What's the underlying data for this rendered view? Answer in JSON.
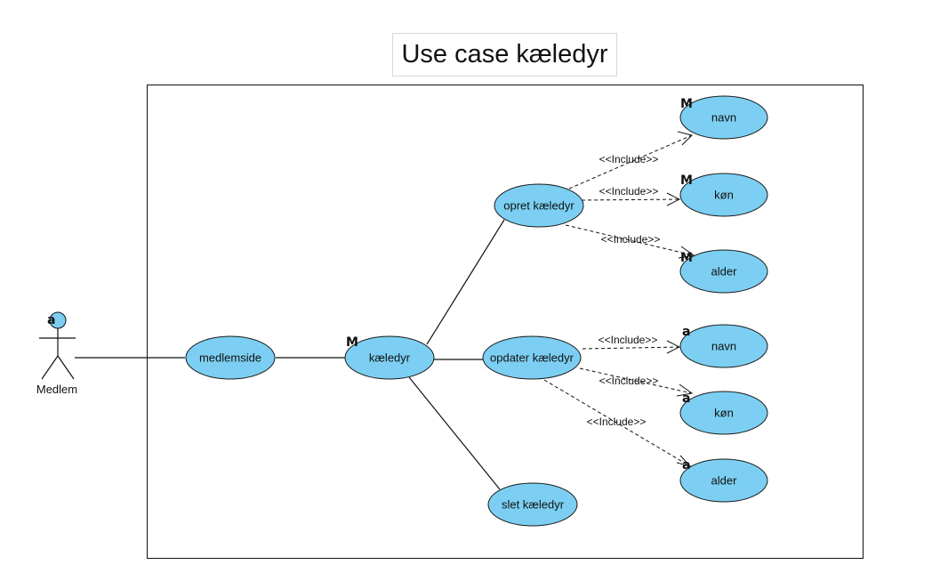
{
  "diagram": {
    "title": "Use case kæledyr",
    "actor": {
      "label": "Medlem",
      "marker": "a"
    },
    "use_cases": {
      "medlemsside": "medlemside",
      "kaeledyr": "kæledyr",
      "opret": "opret kæledyr",
      "opdater": "opdater kæledyr",
      "slet": "slet kæledyr",
      "opret_navn": "navn",
      "opret_kon": "køn",
      "opret_alder": "alder",
      "opdater_navn": "navn",
      "opdater_kon": "køn",
      "opdater_alder": "alder"
    },
    "stereotype": "<<Include>>",
    "markers": {
      "m": "M",
      "a": "a"
    },
    "colors": {
      "use_case_fill": "#7ccff2",
      "stroke": "#111111"
    }
  }
}
